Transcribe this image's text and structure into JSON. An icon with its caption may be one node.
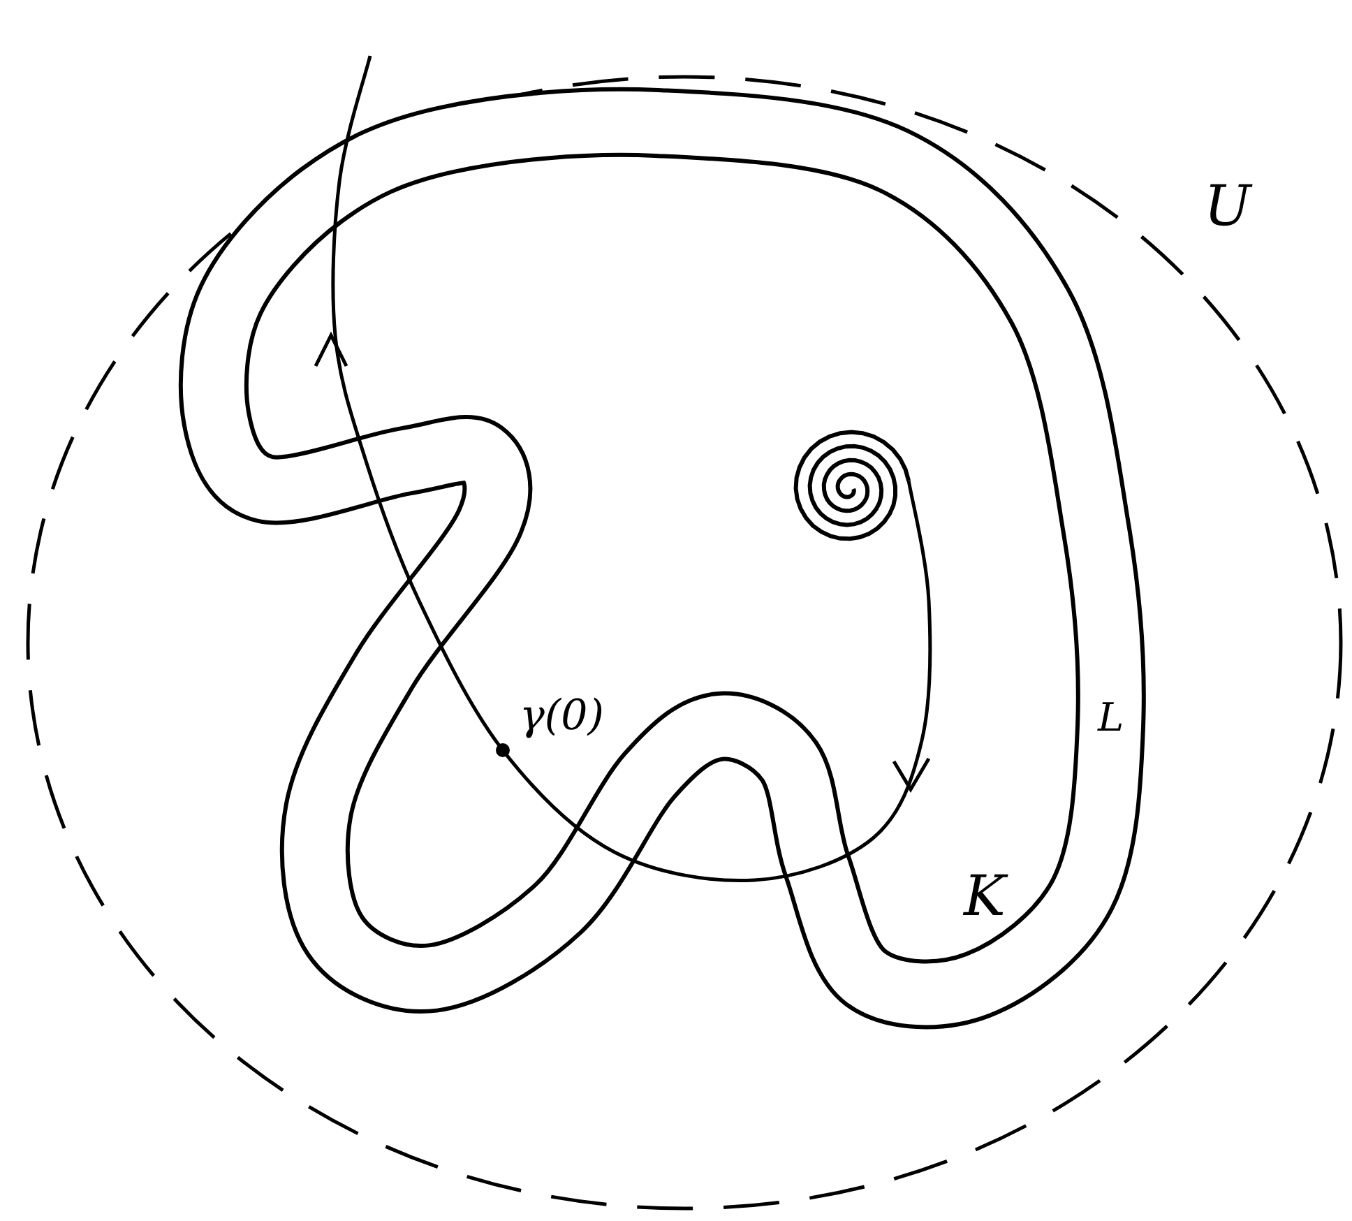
{
  "diagram": {
    "labels": [
      "U",
      "γ(0)",
      "L",
      "K"
    ]
  }
}
